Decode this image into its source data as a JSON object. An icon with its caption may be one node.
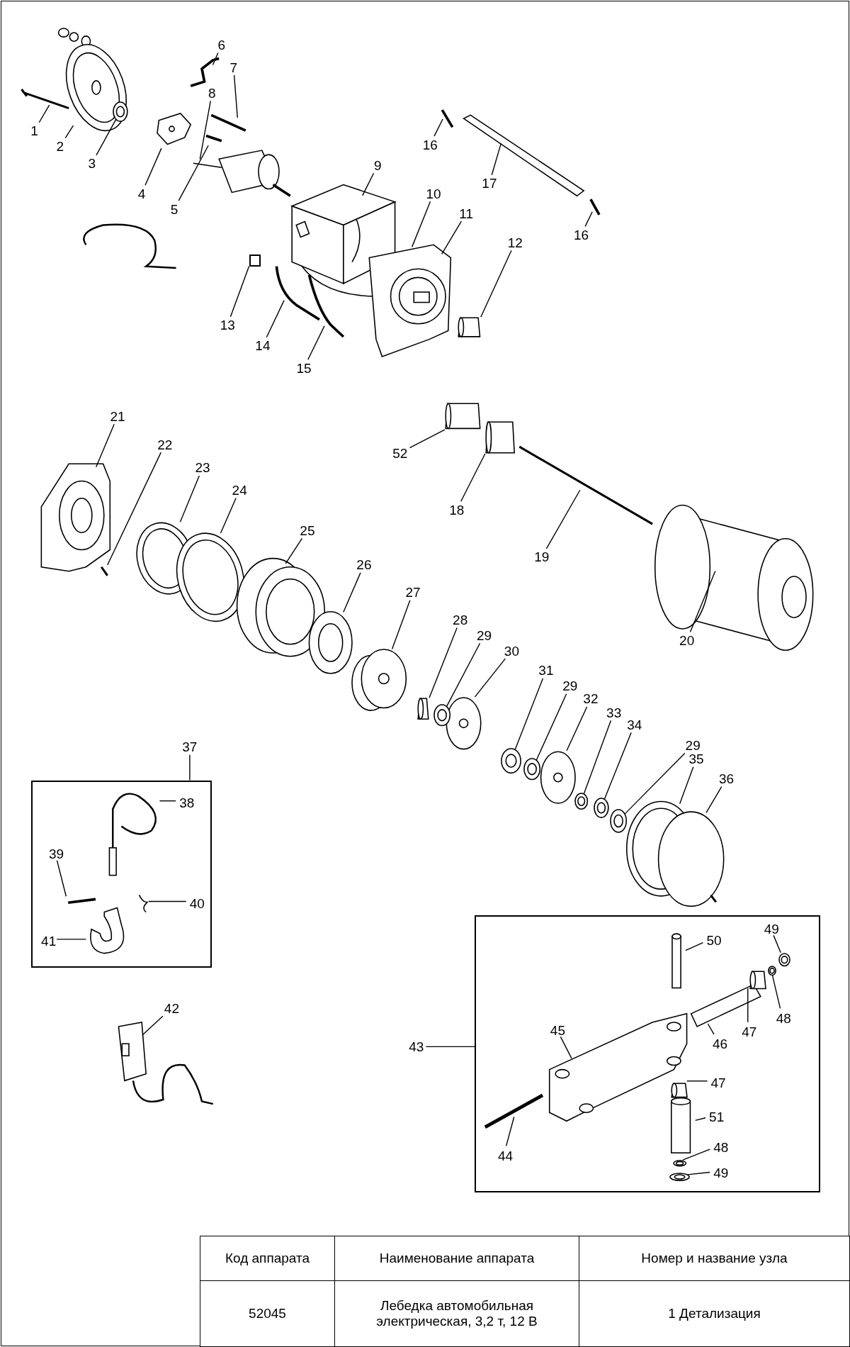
{
  "diagram": {
    "nodes": [
      {
        "text": [
          "1"
        ]
      },
      {
        "text": [
          "2"
        ]
      },
      {
        "text": [
          "3"
        ]
      },
      {
        "text": [
          "4"
        ]
      },
      {
        "text": [
          "5"
        ]
      },
      {
        "text": [
          "6"
        ]
      },
      {
        "text": [
          "7"
        ]
      },
      {
        "text": [
          "8"
        ]
      },
      {
        "text": [
          "9"
        ]
      },
      {
        "text": [
          "10"
        ]
      },
      {
        "text": [
          "11"
        ]
      },
      {
        "text": [
          "12"
        ]
      },
      {
        "text": [
          "13"
        ]
      },
      {
        "text": [
          "14"
        ]
      },
      {
        "text": [
          "15"
        ]
      },
      {
        "text": [
          "16"
        ]
      },
      {
        "text": [
          "17"
        ]
      },
      {
        "text": [
          "16"
        ]
      },
      {
        "text": [
          "21"
        ]
      },
      {
        "text": [
          "22"
        ]
      },
      {
        "text": [
          "23"
        ]
      },
      {
        "text": [
          "24"
        ]
      },
      {
        "text": [
          "25"
        ]
      },
      {
        "text": [
          "26"
        ]
      },
      {
        "text": [
          "27"
        ]
      },
      {
        "text": [
          "28"
        ]
      },
      {
        "text": [
          "29"
        ]
      },
      {
        "text": [
          "30"
        ]
      },
      {
        "text": [
          "52"
        ]
      },
      {
        "text": [
          "18"
        ]
      },
      {
        "text": [
          "19"
        ]
      },
      {
        "text": [
          "20"
        ]
      },
      {
        "text": [
          "31"
        ]
      },
      {
        "text": [
          "29"
        ]
      },
      {
        "text": [
          "32"
        ]
      },
      {
        "text": [
          "33"
        ]
      },
      {
        "text": [
          "34"
        ]
      },
      {
        "text": [
          "29"
        ]
      },
      {
        "text": [
          "35"
        ]
      },
      {
        "text": [
          "36"
        ]
      },
      {
        "text": [
          "37"
        ]
      },
      {
        "text": [],
        "shape": "box"
      },
      {
        "text": [
          "38"
        ],
        "in": 41
      },
      {
        "text": [
          "39"
        ],
        "in": 41
      },
      {
        "text": [
          "40"
        ],
        "in": 41
      },
      {
        "text": [
          "41"
        ],
        "in": 41
      },
      {
        "text": [
          "42"
        ]
      },
      {
        "text": [
          "43"
        ]
      },
      {
        "text": [],
        "shape": "box"
      },
      {
        "text": [
          "49"
        ],
        "in": 48
      },
      {
        "text": [
          "50"
        ],
        "in": 48
      },
      {
        "text": [
          "48"
        ],
        "in": 48
      },
      {
        "text": [
          "47"
        ],
        "in": 48
      },
      {
        "text": [
          "45"
        ],
        "in": 48
      },
      {
        "text": [
          "46"
        ],
        "in": 48
      },
      {
        "text": [
          "47"
        ],
        "in": 48
      },
      {
        "text": [
          "51"
        ],
        "in": 48
      },
      {
        "text": [
          "44"
        ],
        "in": 48
      },
      {
        "text": [
          "48"
        ],
        "in": 48
      },
      {
        "text": [
          "49"
        ],
        "in": 48
      },
      {
        "text": [],
        "shape": "circle"
      },
      {
        "text": [],
        "shape": "cylinder"
      },
      {
        "text": [],
        "shape": "box"
      },
      {
        "text": [],
        "shape": "cylinder"
      },
      {
        "text": [],
        "shape": "circle"
      },
      {
        "text": [],
        "shape": "cylinder"
      },
      {
        "text": [],
        "shape": "cylinder"
      },
      {
        "text": [],
        "shape": "circle"
      },
      {
        "text": [],
        "shape": "circle"
      },
      {
        "text": [],
        "shape": "circle"
      },
      {
        "text": [],
        "shape": "circle"
      },
      {
        "text": [],
        "shape": "circle"
      },
      {
        "text": [],
        "shape": "picture",
        "in": 41
      },
      {
        "text": [],
        "shape": "bar",
        "in": 41
      },
      {
        "text": [],
        "shape": "circle",
        "in": 48
      },
      {
        "text": [],
        "shape": "circle",
        "in": 48
      },
      {
        "text": [],
        "shape": "cylinder",
        "in": 48
      },
      {
        "text": [],
        "shape": "cylinder",
        "in": 48
      },
      {
        "text": [],
        "shape": "circle",
        "in": 48
      },
      {
        "text": [],
        "shape": "circle",
        "in": 48
      },
      {
        "text": [],
        "shape": "picture",
        "in": 41
      },
      {
        "text": [],
        "shape": "picture",
        "in": 41
      }
    ],
    "edges": [
      {
        "from": 0,
        "to": null,
        "arrow": "none"
      },
      {
        "from": 1,
        "to": null,
        "arrow": "none"
      },
      {
        "from": 2,
        "to": 60,
        "arrow": "none"
      },
      {
        "from": 3,
        "to": null,
        "arrow": "none"
      },
      {
        "from": 4,
        "to": null,
        "arrow": "none"
      },
      {
        "from": 5,
        "to": null,
        "arrow": "none"
      },
      {
        "from": 6,
        "to": null,
        "arrow": "none"
      },
      {
        "from": 7,
        "to": null,
        "arrow": "none"
      },
      {
        "from": 8,
        "to": null,
        "arrow": "none"
      },
      {
        "from": 9,
        "to": null,
        "arrow": "none"
      },
      {
        "from": 10,
        "to": null,
        "arrow": "none"
      },
      {
        "from": 11,
        "to": 61,
        "arrow": "none"
      },
      {
        "from": 12,
        "to": 62,
        "arrow": "none"
      },
      {
        "from": 13,
        "to": null,
        "arrow": "none"
      },
      {
        "from": 14,
        "to": null,
        "arrow": "none"
      },
      {
        "from": 15,
        "to": null,
        "arrow": "none"
      },
      {
        "from": 16,
        "to": null,
        "arrow": "none"
      },
      {
        "from": 17,
        "to": null,
        "arrow": "none"
      },
      {
        "from": 18,
        "to": null,
        "arrow": "none"
      },
      {
        "from": 19,
        "to": null,
        "arrow": "none"
      },
      {
        "from": 20,
        "to": null,
        "arrow": "none"
      },
      {
        "from": 21,
        "to": null,
        "arrow": "none"
      },
      {
        "from": 22,
        "to": null,
        "arrow": "none"
      },
      {
        "from": 23,
        "to": null,
        "arrow": "none"
      },
      {
        "from": 24,
        "to": null,
        "arrow": "none"
      },
      {
        "from": 25,
        "to": 63,
        "arrow": "none"
      },
      {
        "from": 26,
        "to": 64,
        "arrow": "none"
      },
      {
        "from": 27,
        "to": null,
        "arrow": "none"
      },
      {
        "from": 28,
        "to": 65,
        "arrow": "none"
      },
      {
        "from": 29,
        "to": 66,
        "arrow": "none"
      },
      {
        "from": 30,
        "to": null,
        "arrow": "none"
      },
      {
        "from": 31,
        "to": null,
        "arrow": "none"
      },
      {
        "from": 32,
        "to": 67,
        "arrow": "none"
      },
      {
        "from": 33,
        "to": 68,
        "arrow": "none"
      },
      {
        "from": 34,
        "to": null,
        "arrow": "none"
      },
      {
        "from": 35,
        "to": 69,
        "arrow": "none"
      },
      {
        "from": 36,
        "to": 70,
        "arrow": "none"
      },
      {
        "from": 37,
        "to": 71,
        "arrow": "none"
      },
      {
        "from": 38,
        "to": null,
        "arrow": "none"
      },
      {
        "from": 39,
        "to": null,
        "arrow": "none"
      },
      {
        "from": 40,
        "to": 41,
        "arrow": "none"
      },
      {
        "from": 42,
        "to": 72,
        "arrow": "none"
      },
      {
        "from": 43,
        "to": 73,
        "arrow": "none"
      },
      {
        "from": 44,
        "to": 80,
        "arrow": "none"
      },
      {
        "from": 45,
        "to": 81,
        "arrow": "none"
      },
      {
        "from": 46,
        "to": null,
        "arrow": "none"
      },
      {
        "from": 47,
        "to": 48,
        "arrow": "none"
      },
      {
        "from": 49,
        "to": 74,
        "arrow": "none"
      },
      {
        "from": 50,
        "to": null,
        "arrow": "none"
      },
      {
        "from": 51,
        "to": 75,
        "arrow": "none"
      },
      {
        "from": 52,
        "to": 76,
        "arrow": "none"
      },
      {
        "from": 53,
        "to": null,
        "arrow": "none"
      },
      {
        "from": 54,
        "to": null,
        "arrow": "none"
      },
      {
        "from": 55,
        "to": 77,
        "arrow": "none"
      },
      {
        "from": 56,
        "to": null,
        "arrow": "none"
      },
      {
        "from": 57,
        "to": null,
        "arrow": "none"
      },
      {
        "from": 58,
        "to": 78,
        "arrow": "none"
      },
      {
        "from": 59,
        "to": 79,
        "arrow": "none"
      }
    ],
    "labels": [
      "Код аппарата",
      "Наименование аппарата",
      "Номер и название узла",
      "52045",
      "Лебедка автомобильная электрическая, 3,2 т, 12 В",
      "1 Детализация"
    ]
  }
}
